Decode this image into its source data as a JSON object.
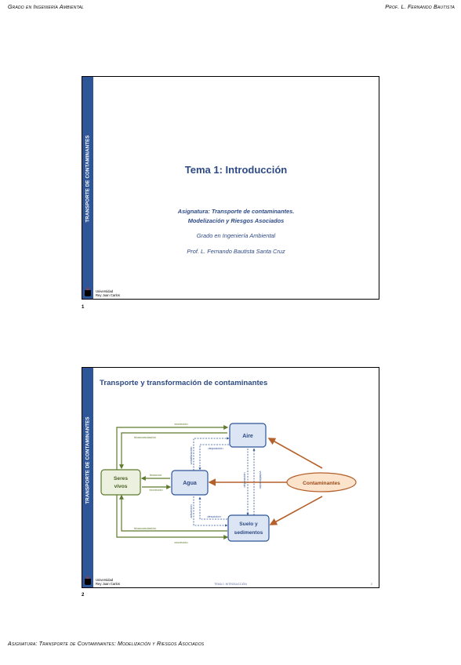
{
  "header": {
    "left": "Grado en Ingeniería Ambiental",
    "right": "Prof. L. Fernando Bautista"
  },
  "footer": "Asignatura: Transporte de Contaminantes: Modelización y Riesgos Asociados",
  "sidebar_label": "TRANSPORTE DE CONTAMINANTES",
  "university": [
    "Universidad",
    "Rey Juan Carlos"
  ],
  "slide1": {
    "number": "1",
    "title": "Tema 1: Introducción",
    "subject_line1": "Asignatura: Transporte de contaminantes.",
    "subject_line2": "Modelización y Riesgos Asociados",
    "degree": "Grado en Ingeniería Ambiental",
    "professor": "Prof. L. Fernando Bautista Santa Cruz"
  },
  "slide2": {
    "number": "2",
    "title": "Transporte y transformación de contaminantes",
    "footer_center": "TEMA 1: INTRODUCCIÓN",
    "page": "2",
    "nodes": {
      "aire": "Aire",
      "agua": "Agua",
      "seres_line1": "Seres",
      "seres_line2": "vivos",
      "suelo_line1": "Suelo y",
      "suelo_line2": "sedimentos",
      "contaminantes": "Contaminantes"
    },
    "labels": {
      "excrecion": "excreción",
      "bioacumulacion": "bioacumulación",
      "volatilizacion": "volatilización",
      "deposicion": "deposición",
      "bioacum": "bioacum.",
      "adsorcion": "adsorción",
      "desorcion": "desorción"
    },
    "colors": {
      "green_arrow": "#5e7a2c",
      "blue_node": "#dbe5f3",
      "blue_border": "#2e5597",
      "orange": "#b5602a",
      "orange_fill": "#fbe3cc",
      "green_fill": "#ebf1de"
    }
  }
}
